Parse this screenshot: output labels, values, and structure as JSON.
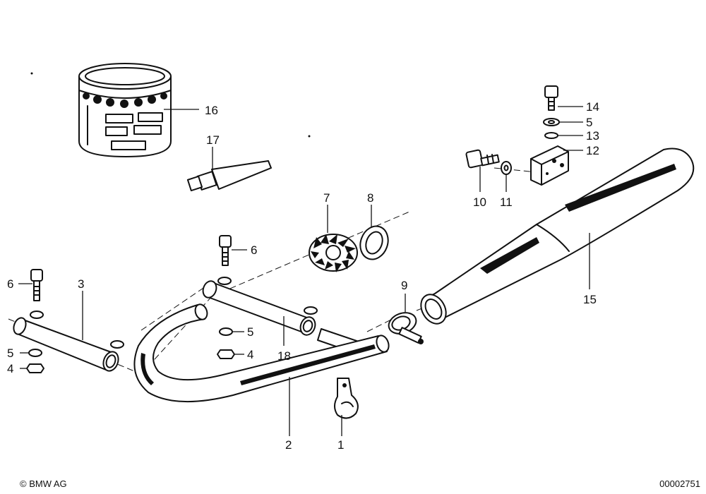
{
  "parts": [
    {
      "id": "16",
      "label": "16"
    },
    {
      "id": "17",
      "label": "17"
    },
    {
      "id": "14",
      "label": "14"
    },
    {
      "id": "5a",
      "label": "5"
    },
    {
      "id": "13",
      "label": "13"
    },
    {
      "id": "12",
      "label": "12"
    },
    {
      "id": "10",
      "label": "10"
    },
    {
      "id": "11",
      "label": "11"
    },
    {
      "id": "7",
      "label": "7"
    },
    {
      "id": "8",
      "label": "8"
    },
    {
      "id": "6a",
      "label": "6"
    },
    {
      "id": "6b",
      "label": "6"
    },
    {
      "id": "3",
      "label": "3"
    },
    {
      "id": "5b",
      "label": "5"
    },
    {
      "id": "4a",
      "label": "4"
    },
    {
      "id": "9",
      "label": "9"
    },
    {
      "id": "15",
      "label": "15"
    },
    {
      "id": "5c",
      "label": "5"
    },
    {
      "id": "4b",
      "label": "4"
    },
    {
      "id": "18",
      "label": "18"
    },
    {
      "id": "2",
      "label": "2"
    },
    {
      "id": "1",
      "label": "1"
    }
  ],
  "footer": {
    "copyright": "© BMW AG",
    "doc_number": "00002751"
  }
}
